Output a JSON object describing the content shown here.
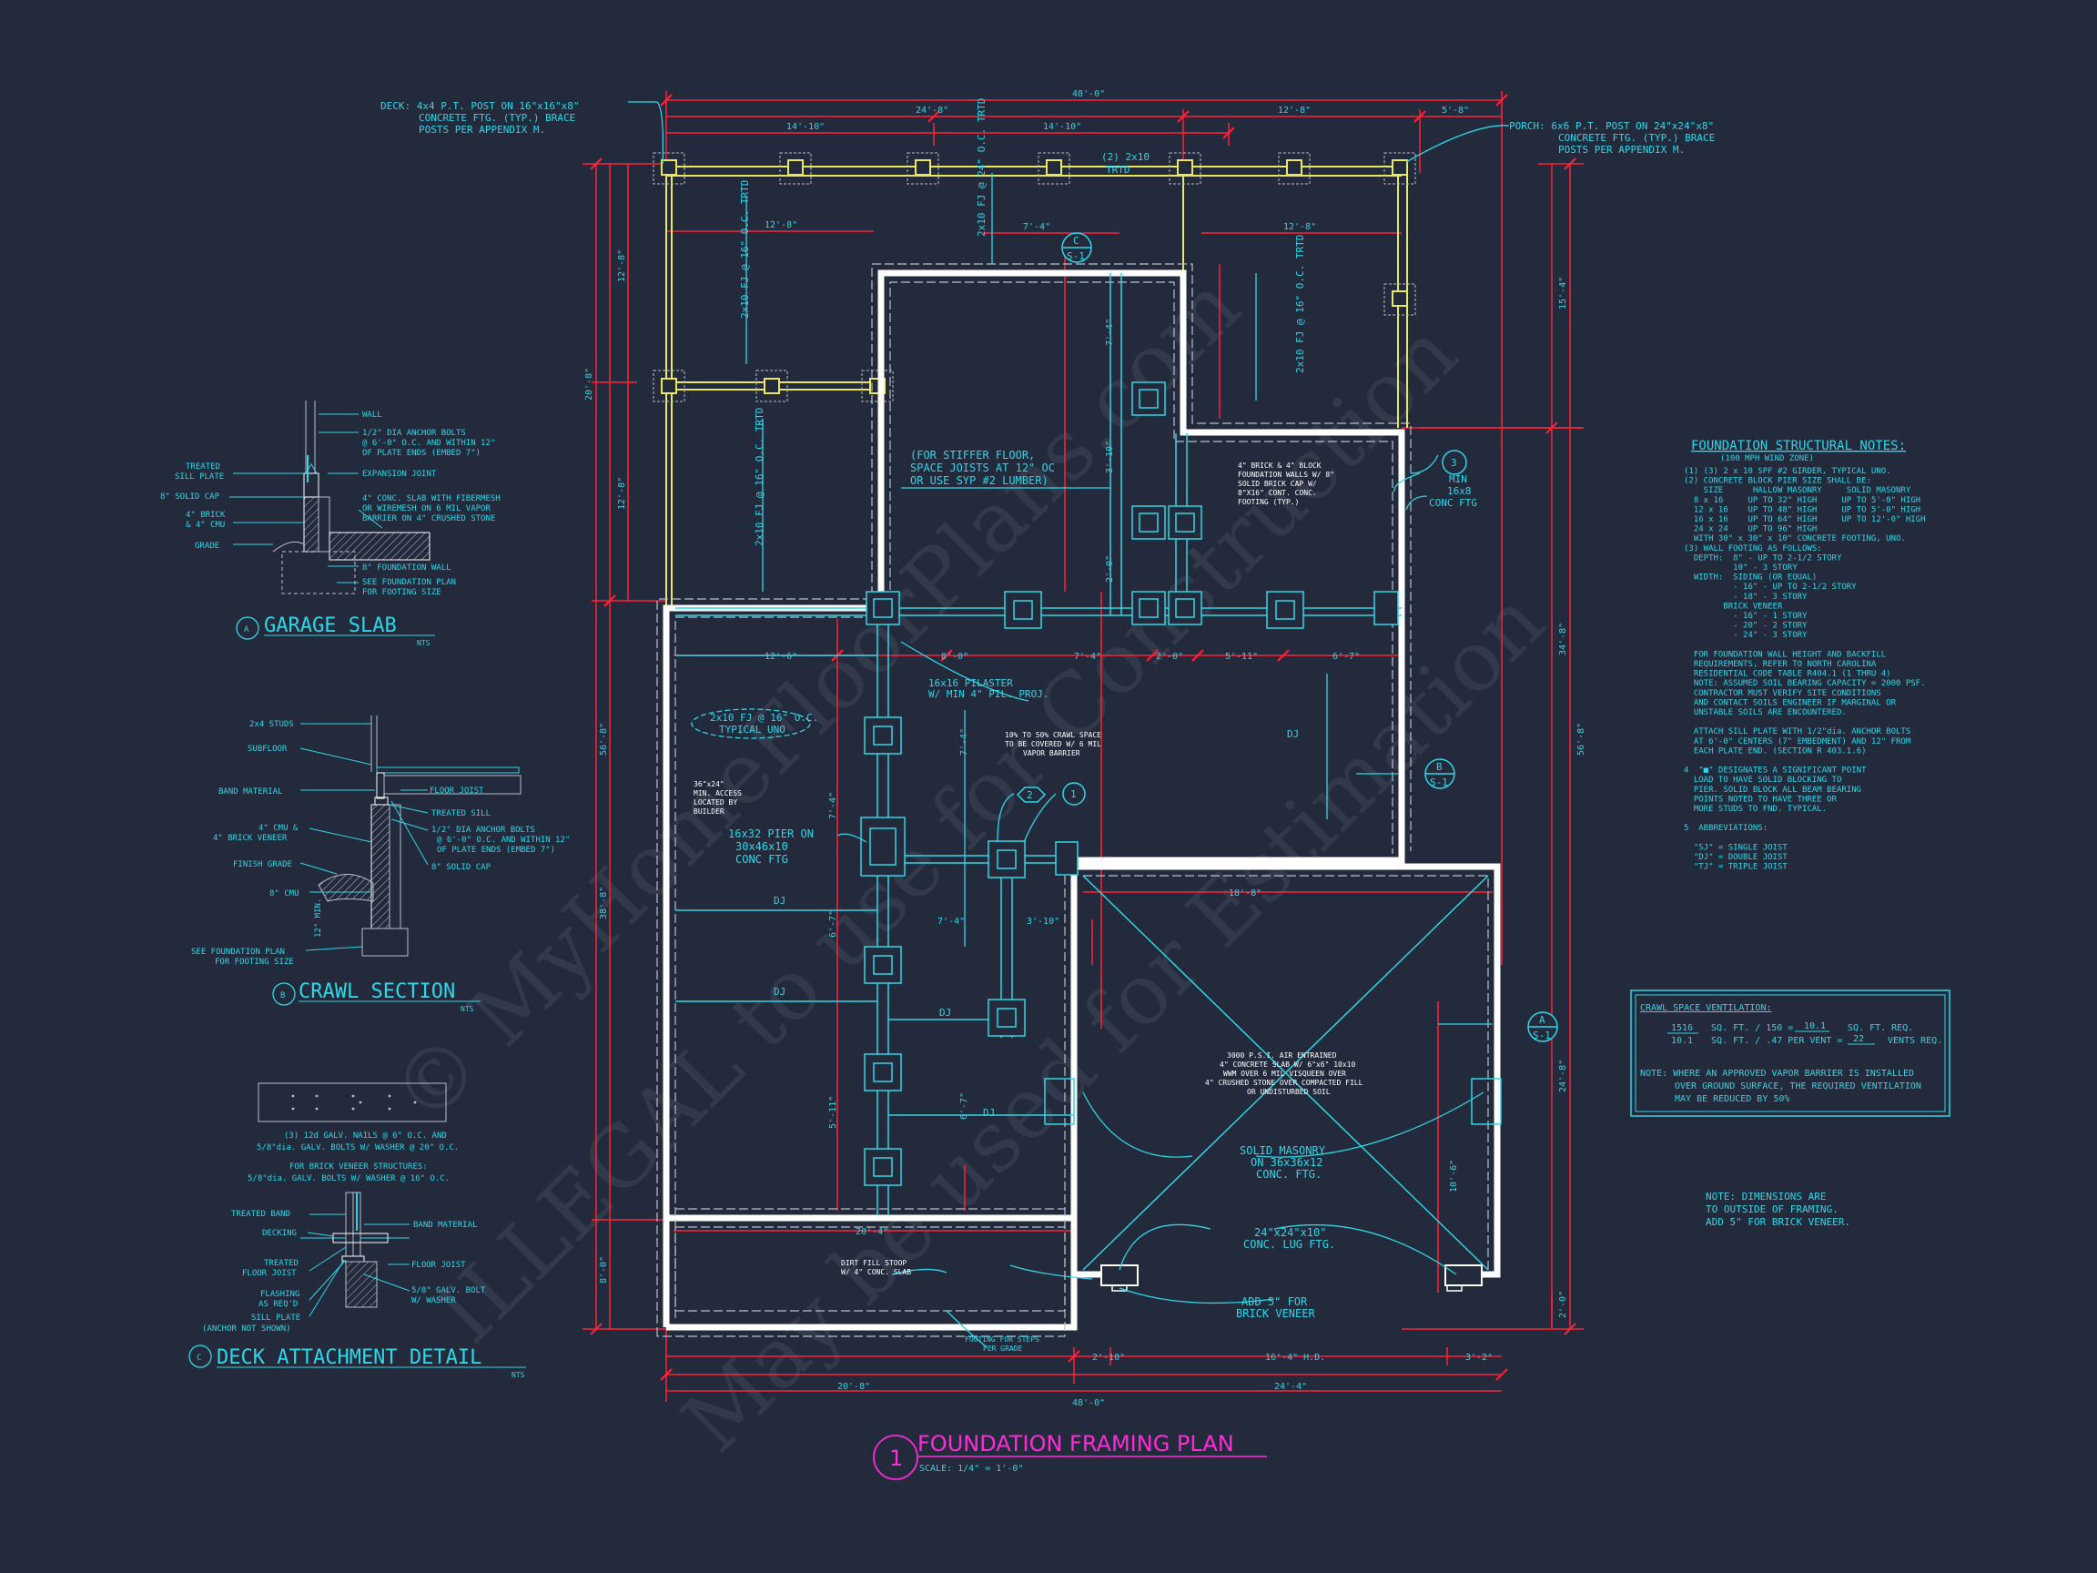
{
  "title": {
    "number": "1",
    "text": "FOUNDATION FRAMING PLAN",
    "scale": "SCALE: 1/4\" = 1'-0\""
  },
  "watermark": {
    "line1": "© MyHomeFloorPlans.com",
    "line2": "ILLEGAL to use for Construction",
    "line3": "May be used for Estimation"
  },
  "callouts": {
    "deck": [
      "DECK: 4x4 P.T. POST ON 16\"x16\"x8\"",
      "CONCRETE FTG. (TYP.) BRACE",
      "POSTS PER APPENDIX M."
    ],
    "porch": [
      "PORCH: 6x6 P.T. POST ON 24\"x24\"x8\"",
      "CONCRETE FTG. (TYP.) BRACE",
      "POSTS PER APPENDIX M."
    ]
  },
  "dims": {
    "top_overall": "48'-0\"",
    "top_a": "24'-8\"",
    "top_b": "12'-8\"",
    "top_c": "5'-8\"",
    "top_d": "14'-10\"",
    "top_e": "14'-10\"",
    "bottom_overall": "48'-0\"",
    "bottom_a": "20'-8\"",
    "bottom_b": "24'-4\"",
    "bottom_c": "2'-10\"",
    "bottom_d": "16'-4\" H.D.",
    "bottom_e": "3'-2\"",
    "left_overall": "56'-8\"",
    "left_a": "20'-8\"",
    "left_b": "38'-8\"",
    "left_c": "12'-8\"",
    "left_d": "12'-8\"",
    "left_e": "8'-0\"",
    "right_overall": "56'-8\"",
    "right_a": "15'-4\"",
    "right_b": "34'-8\"",
    "right_c": "24'-8\"",
    "right_d": "2'-0\"",
    "row_a": "12'-6\"",
    "row_b": "8'-0\"",
    "row_c": "7'-4\"",
    "row_d": "2'-0\"",
    "row_e": "5'-11\"",
    "row_f": "6'-7\"",
    "mid_a": "7'-4\"",
    "mid_b": "3'-10\"",
    "garage_w": "18'-8\"",
    "stoop_w": "20'-4\"",
    "garage_h": "10'-6\""
  },
  "plan_labels": {
    "trtd_top": [
      "(2) 2x10",
      "TRTD"
    ],
    "fj_left_top": "2x10 FJ @ 16\" O.C. TRTD",
    "fj_mid_top": "2x10 FJ @ 24\" O.C. TRTD",
    "fj_right_top": "2x10 FJ @ 16\" O.C. TRTD",
    "fj_left_mid": "2x10 FJ @ 16\" O.C. TRTD",
    "stiffer": [
      "(FOR STIFFER FLOOR,",
      "SPACE JOISTS AT 12\" OC",
      "OR USE SYP #2 LUMBER)"
    ],
    "brick_block": [
      "4\" BRICK & 4\" BLOCK",
      "FOUNDATION WALLS W/ 8\"",
      "SOLID BRICK CAP W/",
      "8\"X16\" CONT. CONC.",
      "FOOTING (TYP.)"
    ],
    "min_ftg": [
      "MIN",
      "16x8",
      "CONC FTG"
    ],
    "pilaster": [
      "16x16 PILASTER",
      "W/ MIN 4\" PIL. PROJ."
    ],
    "typical": [
      "2x10 FJ @ 16\" O.C.",
      "TYPICAL UNO"
    ],
    "crawl_pct": [
      "10% TO 50% CRAWL SPACE",
      "TO BE COVERED W/ 6 MIL",
      "VAPOR BARRIER"
    ],
    "access": [
      "36\"x24\"",
      "MIN. ACCESS",
      "LOCATED BY",
      "BUILDER"
    ],
    "pier": [
      "16x32 PIER ON",
      "30x46x10",
      "CONC FTG"
    ],
    "dj": "DJ",
    "garage_slab": [
      "3000 P.S.I. AIR ENTRAINED",
      "4\" CONCRETE SLAB W/ 6\"x6\" 10x10",
      "WWM OVER 6 MIL VISQUEEN OVER",
      "4\" CRUSHED STONE OVER COMPACTED FILL",
      "OR UNDISTURBED SOIL"
    ],
    "solid_masonry": [
      "SOLID MASONRY",
      "ON 36x36x12",
      "CONC. FTG."
    ],
    "lug": [
      "24\"x24\"x10\"",
      "CONC. LUG FTG."
    ],
    "add5": [
      "ADD 5\" FOR",
      "BRICK VENEER"
    ],
    "stoop": [
      "DIRT FILL STOOP",
      "W/ 4\" CONC. SLAB"
    ],
    "steps": [
      "FOOTING FOR STEPS",
      "PER GRADE"
    ],
    "tag2": "2",
    "tag1": "1",
    "tag3": "3",
    "sec_c": [
      "C",
      "S-1"
    ],
    "sec_b": [
      "B",
      "S-1"
    ],
    "sec_a": [
      "A",
      "S-1"
    ]
  },
  "notes": {
    "heading": "FOUNDATION STRUCTURAL NOTES:",
    "sub": "(100 MPH WIND ZONE)",
    "lines": [
      "(1) (3) 2 x 10 SPF #2 GIRDER, TYPICAL UNO.",
      "(2) CONCRETE BLOCK PIER SIZE SHALL BE:",
      "    SIZE      HALLOW MASONRY     SOLID MASONRY",
      "  8 x 16     UP TO 32\" HIGH     UP TO 5'-0\" HIGH",
      "  12 x 16    UP TO 48\" HIGH     UP TO 5'-0\" HIGH",
      "  16 x 16    UP TO 64\" HIGH     UP TO 12'-0\" HIGH",
      "  24 x 24    UP TO 96\" HIGH",
      "  WITH 30\" x 30\" x 10\" CONCRETE FOOTING, UNO.",
      "(3) WALL FOOTING AS FOLLOWS:",
      "  DEPTH:  8\" - UP TO 2-1/2 STORY",
      "          10\" - 3 STORY",
      "  WIDTH:  SIDING (OR EQUAL)",
      "          - 16\" - UP TO 2-1/2 STORY",
      "          - 18\" - 3 STORY",
      "        BRICK VENEER",
      "          - 16\" - 1 STORY",
      "          - 20\" - 2 STORY",
      "          - 24\" - 3 STORY",
      "",
      "  FOR FOUNDATION WALL HEIGHT AND BACKFILL",
      "  REQUIREMENTS, REFER TO NORTH CAROLINA",
      "  RESIDENTIAL CODE TABLE R404.1 (1 THRU 4)",
      "  NOTE: ASSUMED SOIL BEARING CAPACITY = 2000 PSF.",
      "  CONTRACTOR MUST VERIFY SITE CONDITIONS",
      "  AND CONTACT SOILS ENGINEER IF MARGINAL OR",
      "  UNSTABLE SOILS ARE ENCOUNTERED.",
      "",
      "  ATTACH SILL PLATE WITH 1/2\"dia. ANCHOR BOLTS",
      "  AT 6'-0\" CENTERS (7\" EMBEDMENT) AND 12\" FROM",
      "  EACH PLATE END. (SECTION R 403.1.6)",
      "",
      "4  \"■\" DESIGNATES A SIGNIFICANT POINT",
      "  LOAD TO HAVE SOLID BLOCKING TO",
      "  PIER. SOLID BLOCK ALL BEAM BEARING",
      "  POINTS NOTED TO HAVE THREE OR",
      "  MORE STUDS TO FND. TYPICAL.",
      "",
      "5  ABBREVIATIONS:",
      "",
      "  \"SJ\" = SINGLE JOIST",
      "  \"DJ\" = DOUBLE JOIST",
      "  \"TJ\" = TRIPLE JOIST"
    ]
  },
  "ventilation": {
    "heading": "CRAWL SPACE VENTILATION:",
    "row1": [
      "1516",
      "SQ. FT. / 150 =",
      "10.1",
      "SQ. FT. REQ."
    ],
    "row2": [
      "10.1",
      "SQ. FT. / .47 PER VENT =",
      "22",
      "VENTS REQ."
    ],
    "note": [
      "NOTE: WHERE AN APPROVED VAPOR BARRIER IS INSTALLED",
      "OVER GROUND SURFACE, THE REQUIRED VENTILATION",
      "MAY BE REDUCED BY 50%"
    ]
  },
  "dim_note": [
    "NOTE: DIMENSIONS ARE",
    "TO OUTSIDE OF FRAMING.",
    "ADD 5\" FOR BRICK VENEER."
  ],
  "detail_a": {
    "labels_right": [
      "WALL",
      "1/2\" DIA ANCHOR BOLTS",
      "@ 6'-0\" O.C. AND WITHIN 12\"",
      "OF PLATE ENDS (EMBED 7\")",
      "EXPANSION JOINT",
      "4\" CONC. SLAB WITH FIBERMESH",
      "OR WIREMESH ON 6 MIL VAPOR",
      "BARRIER ON 4\" CRUSHED STONE",
      "8\" FOUNDATION WALL",
      "SEE FOUNDATION PLAN",
      "FOR FOOTING SIZE"
    ],
    "labels_left": [
      "TREATED",
      "SILL PLATE",
      "8\" SOLID CAP",
      "4\" BRICK",
      "& 4\" CMU",
      "GRADE"
    ],
    "tag": "A",
    "title": "GARAGE SLAB",
    "nts": "NTS"
  },
  "detail_b": {
    "labels_left": [
      "2x4 STUDS",
      "SUBFLOOR",
      "BAND MATERIAL",
      "4\" CMU &",
      "4\" BRICK VENEER",
      "FINISH GRADE",
      "8\" CMU",
      "SEE FOUNDATION PLAN",
      "FOR FOOTING SIZE"
    ],
    "labels_right": [
      "FLOOR JOIST",
      "TREATED SILL",
      "1/2\" DIA ANCHOR BOLTS",
      "@ 6'-0\" O.C. AND WITHIN 12\"",
      "OF PLATE ENDS (EMBED 7\")",
      "8\" SOLID CAP"
    ],
    "dim": "12\" MIN.",
    "tag": "B",
    "title": "CRAWL SECTION",
    "nts": "NTS"
  },
  "detail_c": {
    "text_top": [
      "(3) 12d GALV. NAILS @ 6\" O.C. AND",
      "5/8\"dia. GALV. BOLTS W/ WASHER @ 20\" O.C.",
      "FOR BRICK VENEER STRUCTURES:",
      "5/8\"dia. GALV. BOLTS W/ WASHER @ 16\" O.C."
    ],
    "labels_left": [
      "TREATED BAND",
      "DECKING",
      "TREATED",
      "FLOOR JOIST",
      "FLASHING",
      "AS REQ'D",
      "SILL PLATE",
      "(ANCHOR NOT SHOWN)"
    ],
    "labels_right": [
      "BAND MATERIAL",
      "FLOOR JOIST",
      "5/8\" GALV. BOLT",
      "W/ WASHER"
    ],
    "tag": "C",
    "title": "DECK ATTACHMENT DETAIL",
    "nts": "NTS"
  },
  "colors": {
    "background": "#222a3c",
    "cyan": "#2fd6e6",
    "red": "#ff2238",
    "yellow": "#e8e85a",
    "white": "#ffffff",
    "magenta": "#ff2bd6",
    "gray": "#b8c0cc"
  },
  "icons": [
    "circle-tag",
    "section-marker",
    "pier-square"
  ]
}
